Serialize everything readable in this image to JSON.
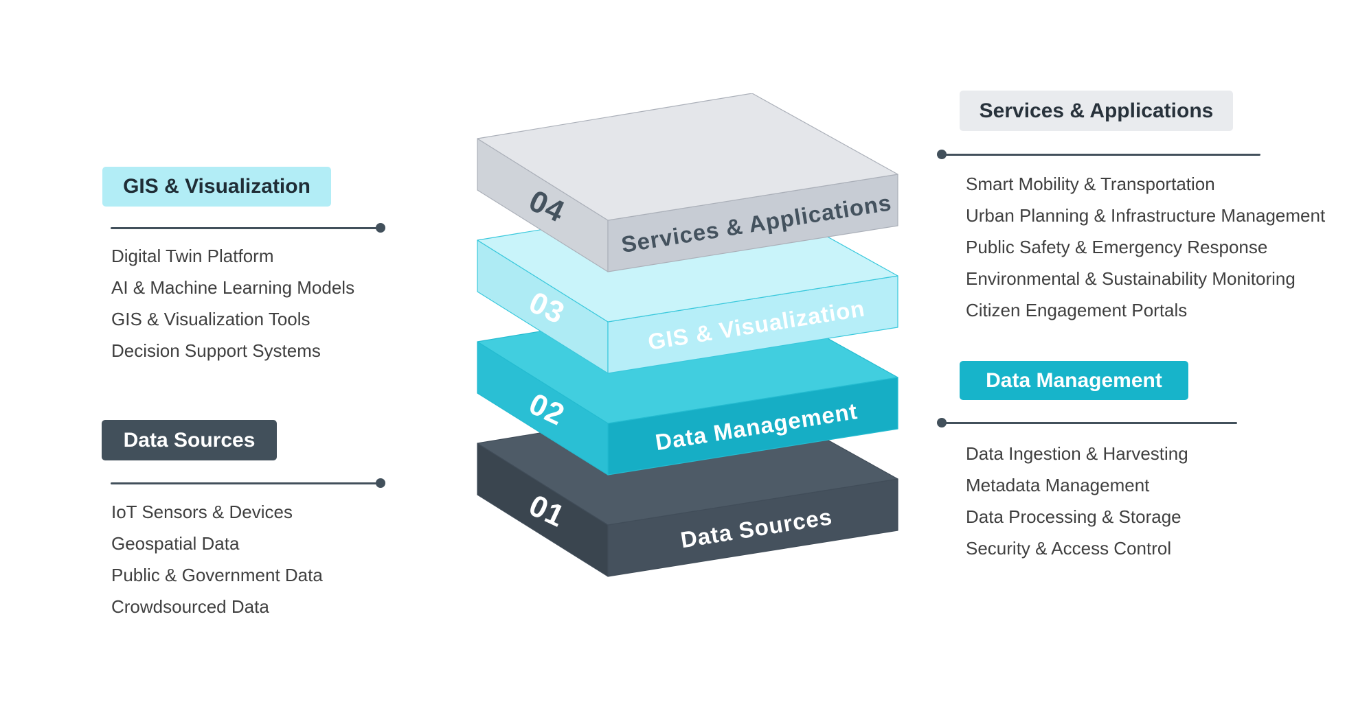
{
  "colors": {
    "cyan_light": "#b2edf6",
    "teal": "#17b4ca",
    "dark_slate": "#42505b",
    "gray_light": "#e9ebee",
    "divider_line": "#42505b",
    "list_text": "#3f3f3f",
    "background": "#ffffff"
  },
  "sections": {
    "gis": {
      "title": "GIS & Visualization",
      "items": [
        "Digital Twin Platform",
        "AI & Machine Learning Models",
        "GIS & Visualization Tools",
        "Decision Support Systems"
      ]
    },
    "data_sources": {
      "title": "Data Sources",
      "items": [
        "IoT Sensors & Devices",
        "Geospatial Data",
        "Public & Government Data",
        "Crowdsourced Data"
      ]
    },
    "services": {
      "title": "Services & Applications",
      "items": [
        "Smart Mobility & Transportation",
        "Urban Planning & Infrastructure Management",
        "Public Safety & Emergency Response",
        "Environmental & Sustainability Monitoring",
        "Citizen Engagement Portals"
      ]
    },
    "data_management": {
      "title": "Data Management",
      "items": [
        "Data Ingestion & Harvesting",
        "Metadata Management",
        "Data Processing & Storage",
        "Security & Access Control"
      ]
    }
  },
  "stack": {
    "themes": {
      "gray": {
        "top": "#e4e6ea",
        "left": "#cfd3d9",
        "front": "#c7ccd4",
        "stroke": "#abb0b9",
        "text": "#44525e"
      },
      "cyan": {
        "top": "#c9f4fa",
        "left": "#aeebf4",
        "front": "#b6eef8",
        "stroke": "#39c8dc",
        "text": "#ffffff"
      },
      "teal": {
        "top": "#41cedf",
        "left": "#2abfd4",
        "front": "#16aec5",
        "stroke": "#24bbd0",
        "text": "#ffffff"
      },
      "dark": {
        "top": "#4e5b67",
        "left": "#3a454f",
        "front": "#45515d",
        "stroke": "#414d59",
        "text": "#ffffff"
      }
    },
    "layers": [
      {
        "number": "04",
        "label": "Services & Applications"
      },
      {
        "number": "03",
        "label": "GIS & Visualization"
      },
      {
        "number": "02",
        "label": "Data Management"
      },
      {
        "number": "01",
        "label": "Data Sources"
      }
    ]
  }
}
